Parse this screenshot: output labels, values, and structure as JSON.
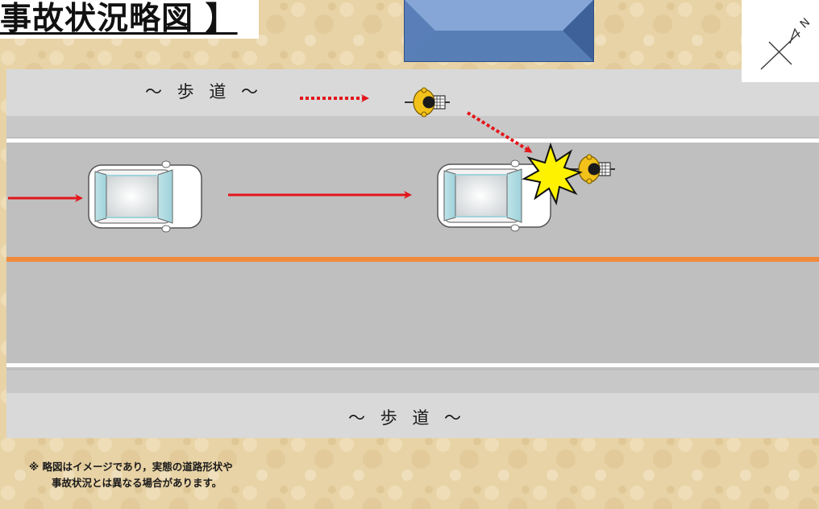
{
  "title": "事故状況略図 】",
  "sidewalk_top_label": "～ 歩 道 ～",
  "sidewalk_bottom_label": "～ 歩 道 ～",
  "note": {
    "line1": "※  略図はイメージであり，実態の道路形状や",
    "line2": "事故状況とは異なる場合があります。"
  },
  "compass_label": "N",
  "colors": {
    "road": "#bfbfbf",
    "sidewalk": "#d9d9d9",
    "center_line": "#f08a3c",
    "arrow": "#e3161b",
    "building": "#6f93c9",
    "impact": "#fff200",
    "ground": "#e9d6ae"
  },
  "icons": [
    "car-icon",
    "bicycle-icon",
    "impact-burst-icon",
    "building-icon",
    "north-arrow-icon"
  ]
}
